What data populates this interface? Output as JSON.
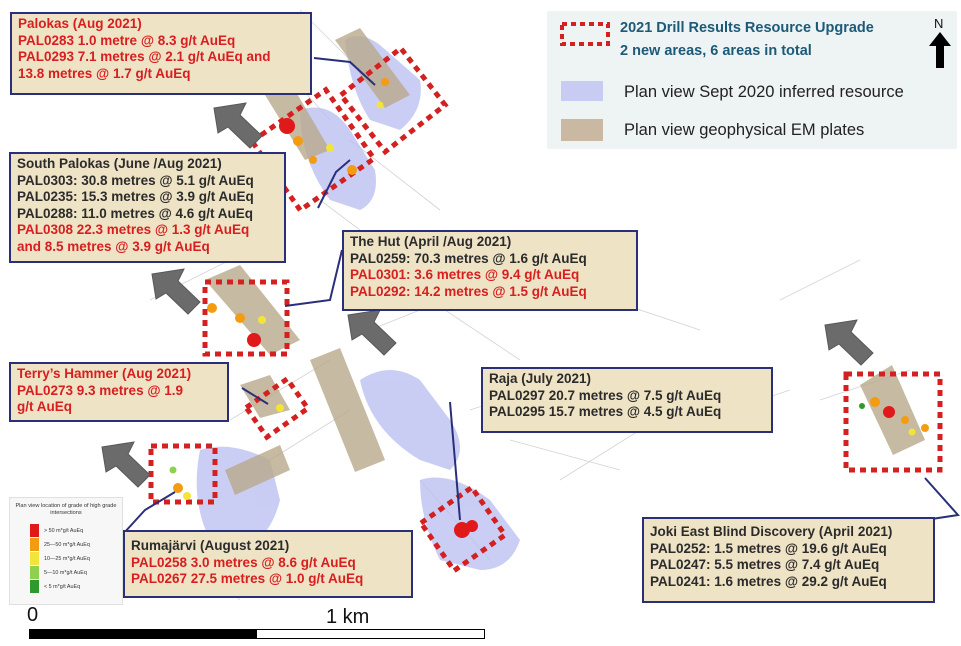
{
  "legend": {
    "drill_title": "2021 Drill Results Resource Upgrade",
    "drill_subtitle": "2 new areas, 6 areas in total",
    "inferred_label": "Plan view Sept 2020 inferred resource",
    "em_label": "Plan view geophysical EM plates",
    "north_label": "N"
  },
  "callouts": {
    "palokas": {
      "title": "Palokas (Aug 2021)",
      "lines": [
        {
          "text": "PAL0283 1.0 metre @ 8.3 g/t AuEq",
          "red": true
        },
        {
          "text": "PAL0293 7.1 metres @ 2.1 g/t AuEq and",
          "red": true
        },
        {
          "text": "13.8 metres @ 1.7 g/t AuEq",
          "red": true
        }
      ]
    },
    "south_palokas": {
      "title": "South Palokas (June /Aug 2021)",
      "lines": [
        {
          "text": "PAL0303: 30.8 metres @ 5.1 g/t AuEq",
          "red": false
        },
        {
          "text": "PAL0235: 15.3 metres @ 3.9 g/t AuEq",
          "red": false
        },
        {
          "text": "PAL0288: 11.0 metres @ 4.6 g/t AuEq",
          "red": false
        },
        {
          "text": "PAL0308 22.3 metres @ 1.3 g/t AuEq",
          "red": true
        },
        {
          "text": "and 8.5 metres @ 3.9 g/t AuEq",
          "red": true
        }
      ]
    },
    "the_hut": {
      "title": "The Hut (April /Aug 2021)",
      "lines": [
        {
          "text": "PAL0259: 70.3 metres @ 1.6 g/t AuEq",
          "red": false
        },
        {
          "text": "PAL0301: 3.6 metres @ 9.4 g/t AuEq",
          "red": true
        },
        {
          "text": "PAL0292: 14.2 metres @ 1.5 g/t AuEq",
          "red": true
        }
      ]
    },
    "terrys_hammer": {
      "title": "Terry’s Hammer (Aug 2021)",
      "lines": [
        {
          "text": "PAL0273 9.3 metres @ 1.9",
          "red": true
        },
        {
          "text": "g/t AuEq",
          "red": true
        }
      ]
    },
    "raja": {
      "title": "Raja (July 2021)",
      "lines": [
        {
          "text": "PAL0297 20.7 metres @ 7.5 g/t AuEq",
          "red": false
        },
        {
          "text": "PAL0295 15.7 metres @  4.5 g/t AuEq",
          "red": false
        }
      ]
    },
    "rumajarvi": {
      "title": "Rumajärvi (August 2021)",
      "lines": [
        {
          "text": "PAL0258 3.0 metres @ 8.6 g/t AuEq",
          "red": true
        },
        {
          "text": "PAL0267 27.5 metres @ 1.0 g/t AuEq",
          "red": true
        }
      ]
    },
    "joki_east": {
      "title": "Joki East Blind Discovery (April 2021)",
      "lines": [
        {
          "text": "PAL0252: 1.5 metres @ 19.6 g/t AuEq",
          "red": false
        },
        {
          "text": "PAL0247: 5.5 metres @ 7.4 g/t AuEq",
          "red": false
        },
        {
          "text": "PAL0241: 1.6 metres @ 29.2 g/t AuEq",
          "red": false
        }
      ]
    }
  },
  "grade_legend": {
    "title": "Plan view location of grade of high grade intersections",
    "items": [
      {
        "label": "> 50 m*g/t AuEq",
        "color": "#e01a1a"
      },
      {
        "label": "25—50 m*g/t AuEq",
        "color": "#f39c12"
      },
      {
        "label": "10—25 m*g/t AuEq",
        "color": "#f1e43a"
      },
      {
        "label": "5—10 m*g/t AuEq",
        "color": "#8fd14f"
      },
      {
        "label": "< 5 m*g/t AuEq",
        "color": "#2e9a2e"
      }
    ]
  },
  "scale": {
    "start_label": "0",
    "end_label": "1 km"
  },
  "colors": {
    "drill_outline": "#d42020",
    "inferred_resource": "#b9bdf0",
    "em_plate": "#b9a98c",
    "callout_fill": "#efe3c6",
    "callout_border": "#2a2f7a",
    "arrow": "#6b6b6b"
  }
}
